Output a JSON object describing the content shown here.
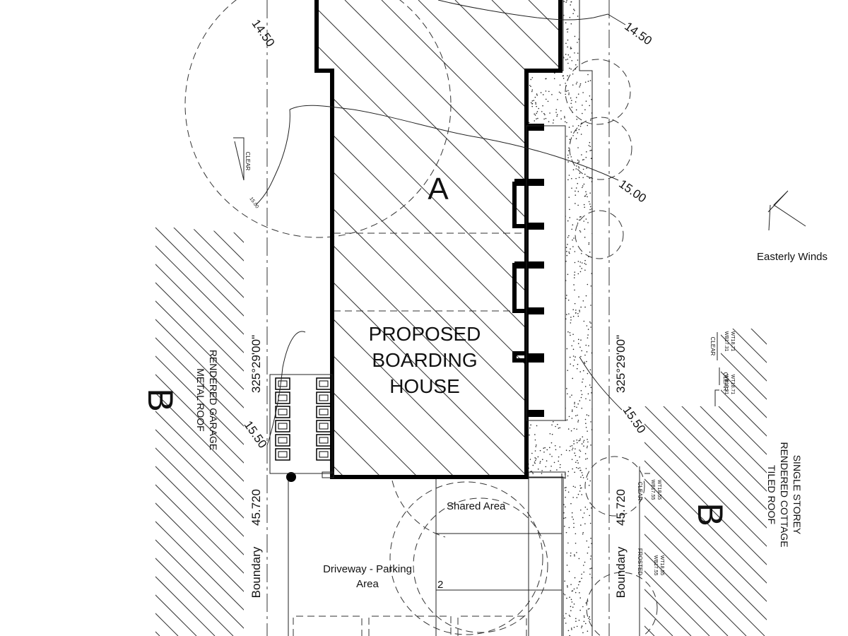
{
  "labels": {
    "building": [
      "PROPOSED",
      "BOARDING",
      "HOUSE"
    ],
    "section_a": "A",
    "section_b": "B",
    "wind": "Easterly Winds",
    "shared_area": "Shared  Area",
    "driveway": [
      "Driveway - Parking",
      "Area"
    ],
    "driveway_number": "2",
    "boundary": "Boundary",
    "bearing": "325°29'00\"",
    "length": "45.720",
    "contour_1450": "14.50",
    "contour_1500": "15.00",
    "contour_1550": "15.50",
    "contour_small": "15.00",
    "clear": "CLEAR",
    "frosted": "FROSTED",
    "left_neighbour": [
      "RENDERED GARAGE",
      "METAL ROOF"
    ],
    "right_neighbour": [
      "SINGLE STOREY",
      "RENDERED COTTAGE",
      "TILED ROOF"
    ],
    "window_tags": [
      "WB17.31",
      "WT18.71",
      "WB17.55",
      "WT18.55"
    ]
  },
  "colors": {
    "line": "#000000",
    "background": "#ffffff"
  }
}
